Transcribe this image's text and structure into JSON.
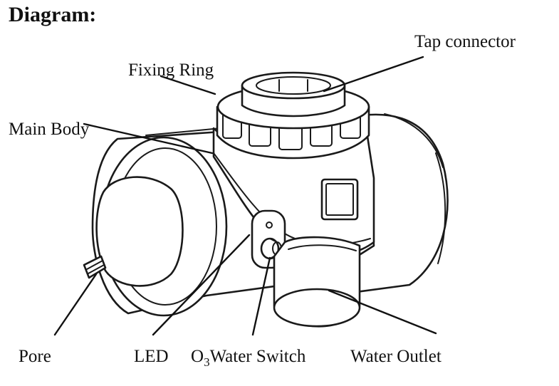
{
  "heading": "Diagram:",
  "labels": {
    "tap_connector": "Tap connector",
    "fixing_ring": "Fixing Ring",
    "main_body": "Main Body",
    "pore": "Pore",
    "led": "LED",
    "o3_prefix": "O",
    "o3_subscript": "3",
    "o3_suffix": "Water Switch",
    "water_outlet": "Water Outlet"
  }
}
